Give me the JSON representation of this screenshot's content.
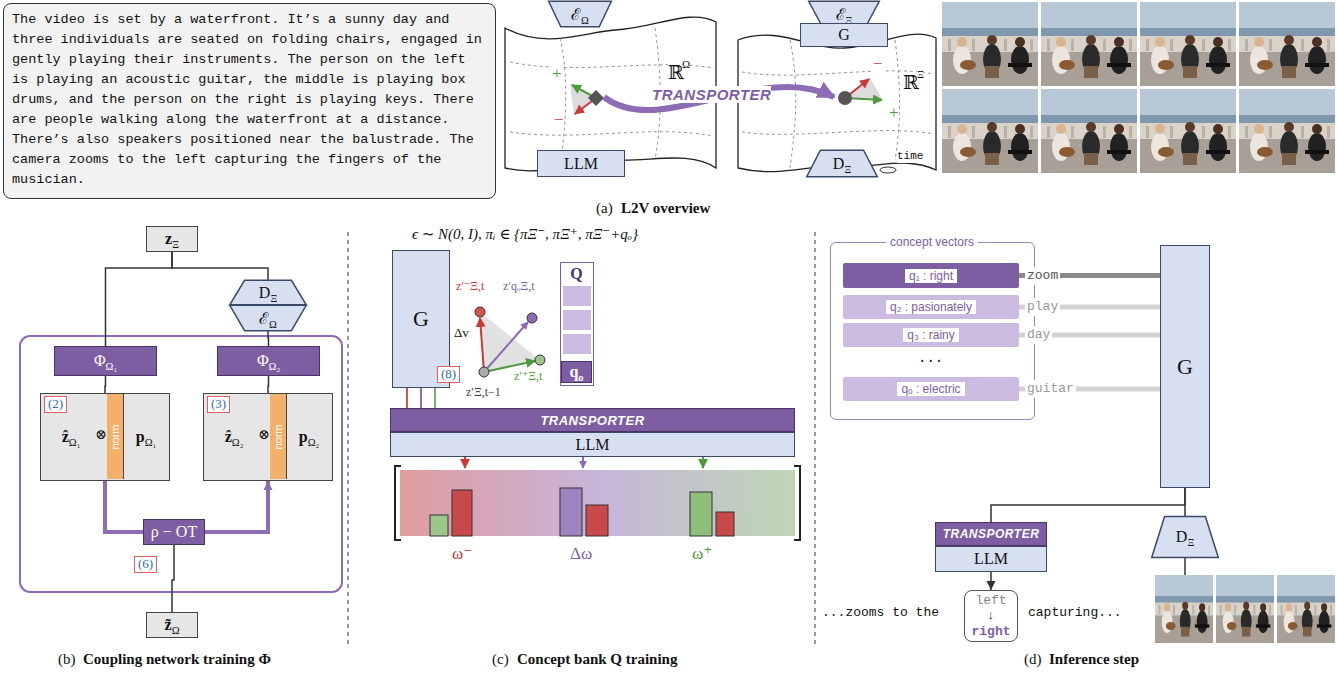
{
  "diagram": {
    "nodes": [
      {
        "text": [
          "The video is set by a waterfront. It’s a sunny day and three individuals are seated on folding chairs, engaged in gently playing their instruments. The person on the left is playing an acoustic guitar, the middle is playing box drums, and the person on the right is playing keys. There are people walking along the waterfront at a distance. There’s also speakers positioned near the balustrade. The camera zooms to the left capturing the fingers of the musician."
        ]
      },
      {
        "text": [
          "ℰ",
          "Ω"
        ]
      },
      {
        "text": [
          "LLM"
        ]
      },
      {
        "text": [
          "ℰ",
          "Ξ"
        ]
      },
      {
        "text": [
          "G"
        ]
      },
      {
        "text": [
          "D",
          "Ξ"
        ]
      },
      {
        "text": [
          "z",
          "Ξ"
        ]
      },
      {
        "text": [
          "D",
          "Ξ"
        ]
      },
      {
        "text": [
          "ℰ",
          "Ω"
        ]
      },
      {
        "text": [
          "Φ",
          "Ω₁"
        ]
      },
      {
        "text": [
          "Φ",
          "Ω₂"
        ]
      },
      {
        "text": [
          "ẑ",
          "Ω₁"
        ]
      },
      {
        "text": [
          "norm"
        ],
        "in": 11
      },
      {
        "text": [
          "p",
          "Ω₁"
        ],
        "in": 11
      },
      {
        "text": [
          "ẑ",
          "Ω₂"
        ]
      },
      {
        "text": [
          "norm"
        ],
        "in": 14
      },
      {
        "text": [
          "p",
          "Ω₂"
        ],
        "in": 14
      },
      {
        "text": [
          "ρ − OT"
        ]
      },
      {
        "text": [
          "z̃",
          "Ω"
        ]
      },
      {
        "text": [
          "G"
        ]
      },
      {
        "text": [
          "Q"
        ]
      },
      {
        "text": [
          "q",
          "o"
        ],
        "in": 20
      },
      {
        "text": [
          "TRANSPORTER"
        ]
      },
      {
        "text": [
          "LLM"
        ]
      },
      {
        "text": [
          "concept vectors"
        ]
      },
      {
        "text": [
          "q₁ : right"
        ],
        "in": 24
      },
      {
        "text": [
          "q₂ : pasionately"
        ],
        "in": 24
      },
      {
        "text": [
          "q₃ : rainy"
        ],
        "in": 24
      },
      {
        "text": [
          "qₒ : electric"
        ],
        "in": 24
      },
      {
        "text": [
          "G"
        ]
      },
      {
        "text": [
          "TRANSPORTER"
        ]
      },
      {
        "text": [
          "LLM"
        ]
      },
      {
        "text": [
          "D",
          "Ξ"
        ]
      },
      {
        "text": [
          "left",
          "↓",
          "right"
        ]
      }
    ],
    "edges": [
      {
        "from": 6,
        "to": 9,
        "arrow": "none"
      },
      {
        "from": 6,
        "to": 7,
        "arrow": "none"
      },
      {
        "from": 8,
        "to": 10,
        "arrow": "none"
      },
      {
        "from": 9,
        "to": 11,
        "arrow": "none"
      },
      {
        "from": 10,
        "to": 14,
        "arrow": "none"
      },
      {
        "from": 11,
        "to": 17,
        "arrow": "none"
      },
      {
        "from": 17,
        "to": 14,
        "arrow": "to"
      },
      {
        "from": 17,
        "to": 18,
        "arrow": "none"
      },
      {
        "from": 19,
        "to": 22,
        "arrow": "none"
      },
      {
        "from": 19,
        "to": 22,
        "arrow": "none"
      },
      {
        "from": 19,
        "to": 22,
        "arrow": "none"
      },
      {
        "from": 25,
        "to": 29,
        "label": "zoom",
        "arrow": "none"
      },
      {
        "from": 26,
        "to": 29,
        "label": "play",
        "arrow": "none"
      },
      {
        "from": 27,
        "to": 29,
        "label": "day",
        "arrow": "none"
      },
      {
        "from": 28,
        "to": 29,
        "label": "guitar",
        "arrow": "none"
      },
      {
        "from": 29,
        "to": 30,
        "arrow": "none"
      },
      {
        "from": 29,
        "to": 32,
        "arrow": "none"
      },
      {
        "from": 31,
        "to": 33,
        "arrow": "to"
      }
    ],
    "labels": [
      "ℝ",
      "Ω",
      "ℝ",
      "Ξ",
      "+",
      "−",
      "−",
      "+",
      "TRANSPORTER",
      "time",
      "(a)",
      "L2V overview",
      "(2)",
      "(3)",
      "(6)",
      "⊗",
      "⊗",
      "(b)",
      "Coupling network training Φ",
      "ϵ ∼ N(0, I), πᵢ ∈ {πΞ⁻, πΞ⁺, πΞ⁻+qₒ}",
      "(8)",
      "z′⁻Ξ,t",
      "z′qₒΞ,t",
      "z′⁺Ξ,t",
      "z′Ξ,t−1",
      "Δv",
      "ω⁻",
      "Δω",
      "ω⁺",
      "(c)",
      "Concept bank Q training",
      "...",
      "...zooms to the",
      "capturing...",
      "(d)",
      "Inference step"
    ]
  }
}
